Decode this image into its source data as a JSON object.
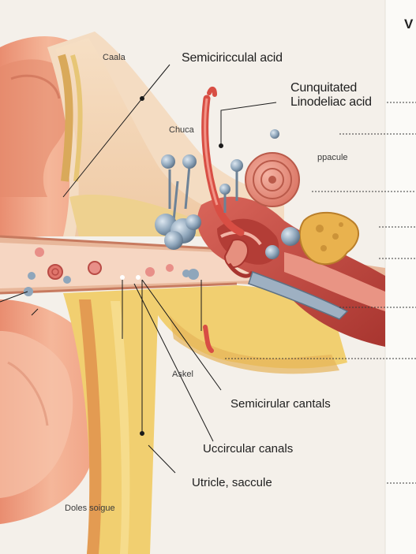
{
  "labels": {
    "caala": "Caala",
    "semicircular_acid": "Semiciricculal acid",
    "conjugated_line1": "Cunquitated",
    "conjugated_line2": "Linodeliac acid",
    "chuca": "Chuca",
    "ppacule": "ppacule",
    "askel": "Askel",
    "semicircular_canals": "Semicirular cantals",
    "uccircular_canals": "Uccircular canals",
    "utricle_saccule": "Utricle, saccule",
    "doles_soigue": "Doles soigue",
    "edge_letter": "V"
  },
  "palette": {
    "background": "#f4f0ea",
    "skin": "#f0a98c",
    "skin_shadow": "#d97e62",
    "canal_wall": "#e8c26a",
    "bone_yellow": "#f2cf6c",
    "tissue_red": "#c64b42",
    "nerve_blue": "#8fa6bb",
    "leader_line": "#1a1a1a"
  }
}
